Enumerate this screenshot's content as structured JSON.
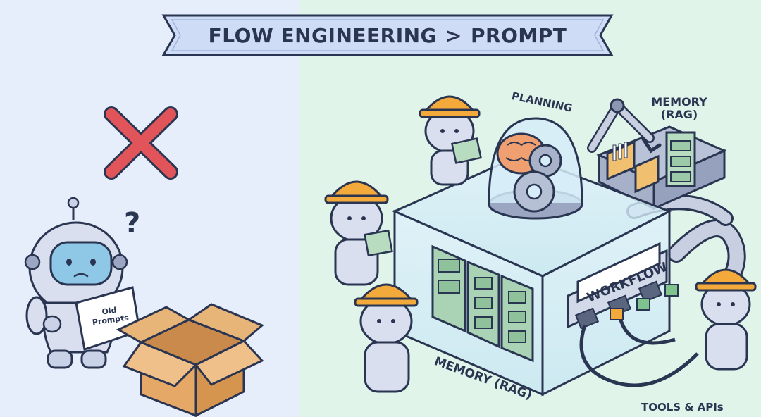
{
  "banner": {
    "left": "FLOW ENGINEERING",
    "separator": ">",
    "right": "PROMPT"
  },
  "labels": {
    "planning": "PLANNING",
    "memory_top_line1": "MEMORY",
    "memory_top_line2": "(RAG)",
    "memory_bottom": "MEMORY (RAG)",
    "tools": "TOOLS & APIs",
    "workflow": "WORKFLOW"
  },
  "left_scene": {
    "paper_line1": "Old",
    "paper_line2": "Prompts",
    "question_mark": "?"
  },
  "colors": {
    "left_bg": "#e6eefb",
    "right_bg": "#e0f4ea",
    "banner_fill": "#cfdcf5",
    "reject_red": "#e0545a",
    "hard_hat": "#f4a93b",
    "robot_body": "#c9d2e6",
    "robot_face": "#8ec8e6",
    "box_cardboard": "#e5a866"
  },
  "icons": [
    "reject-x-icon",
    "question-icon",
    "gear-icon",
    "brain-icon",
    "cardboard-box-icon",
    "robotic-arm-icon"
  ]
}
